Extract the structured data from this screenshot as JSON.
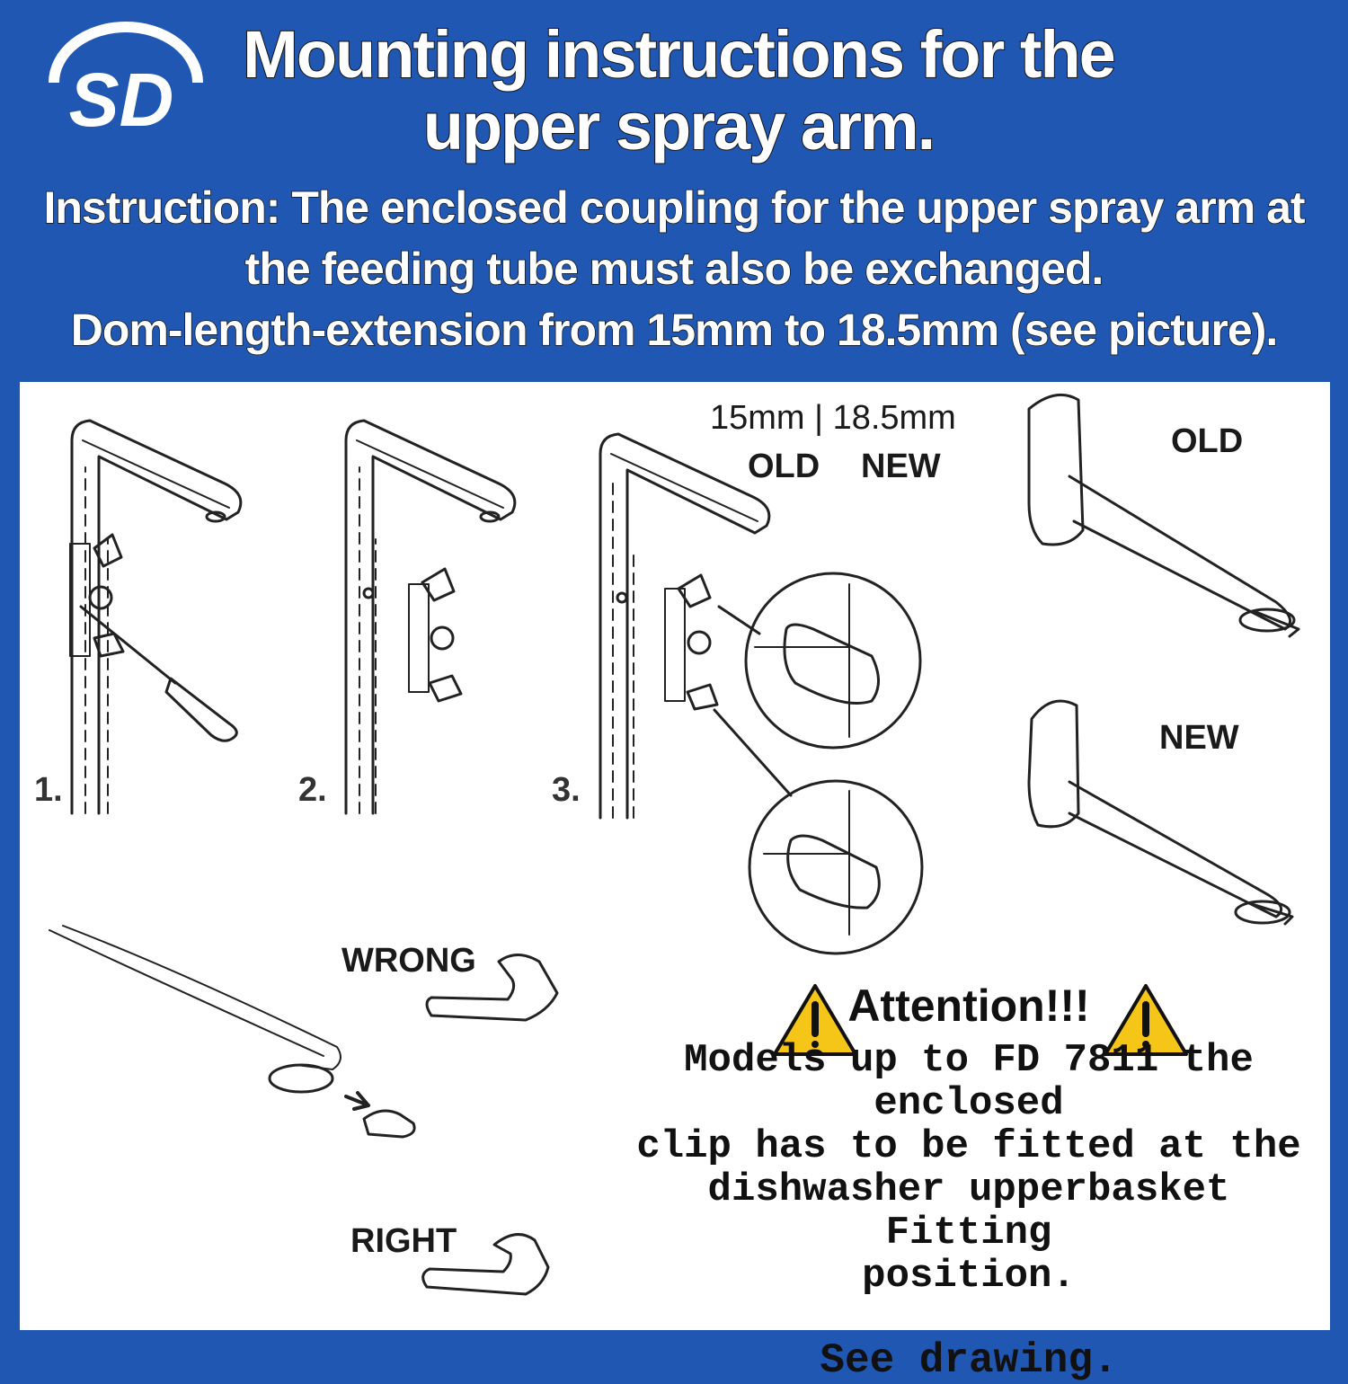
{
  "logo": {
    "text": "SD"
  },
  "title": {
    "line1": "Mounting instructions for the",
    "line2": "upper spray arm."
  },
  "instruction": {
    "line1": "Instruction: The enclosed coupling for the upper spray arm at",
    "line2": "the feeding tube must also be exchanged.",
    "line3": "Dom-length-extension from 15mm to 18.5mm (see picture)."
  },
  "steps": [
    "1.",
    "2.",
    "3."
  ],
  "measurement": {
    "text": "15mm | 18.5mm",
    "old": "OLD",
    "new": "NEW"
  },
  "arm_labels": {
    "old": "OLD",
    "new": "NEW"
  },
  "clip_labels": {
    "wrong": "WRONG",
    "right": "RIGHT"
  },
  "attention": {
    "heading": "Attention!!!",
    "line1": "Models up to FD 7811 the enclosed",
    "line2": "clip has to be fitted at the",
    "line3": "dishwasher upperbasket Fitting",
    "line4": "position.",
    "see": "See drawing."
  },
  "colors": {
    "background": "#1f57b3",
    "panel": "#ffffff",
    "warning": "#f5c518"
  }
}
